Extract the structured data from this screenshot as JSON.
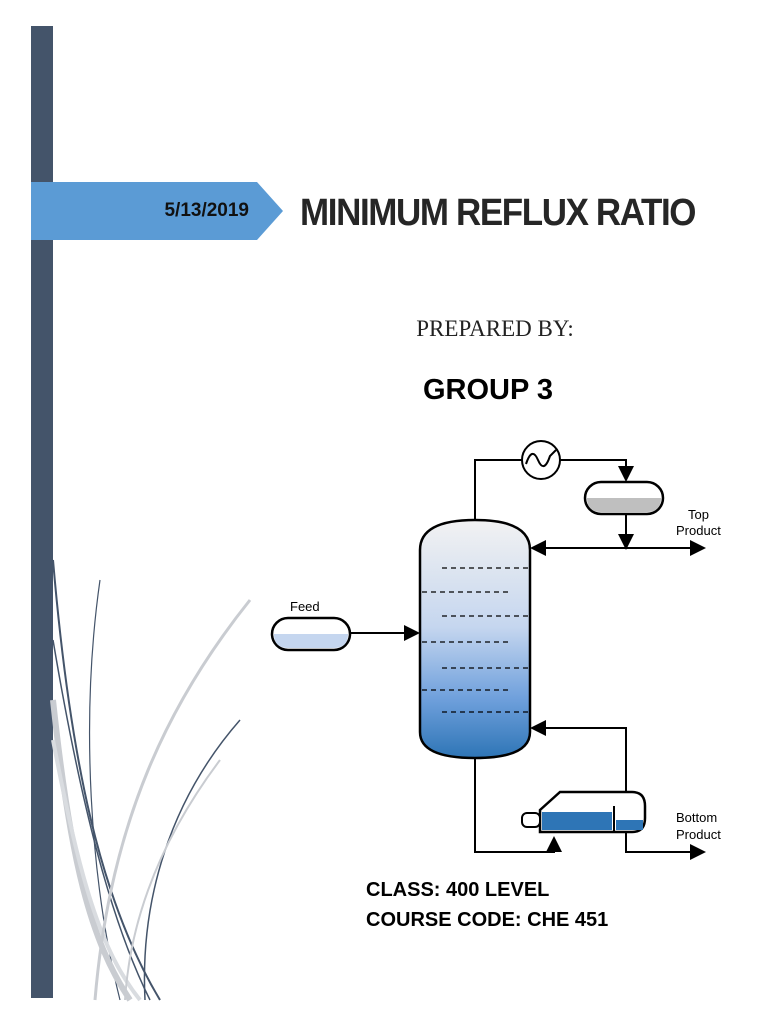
{
  "cover": {
    "date": "5/13/2019",
    "title": "MINIMUM REFLUX RATIO",
    "prepared_by": "PREPARED BY:",
    "group": "GROUP 3",
    "class_line": "CLASS: 400 LEVEL",
    "course_line": "COURSE CODE: CHE 451"
  },
  "diagram": {
    "feed_label": "Feed",
    "top_product_label_line1": "Top",
    "top_product_label_line2": "Product",
    "bottom_product_label_line1": "Bottom",
    "bottom_product_label_line2": "Product"
  },
  "colors": {
    "side_bar": "#44546a",
    "banner": "#5b9bd5",
    "liquid_blue": "#2e75b6",
    "swoosh_gray": "#c9ccd1"
  }
}
